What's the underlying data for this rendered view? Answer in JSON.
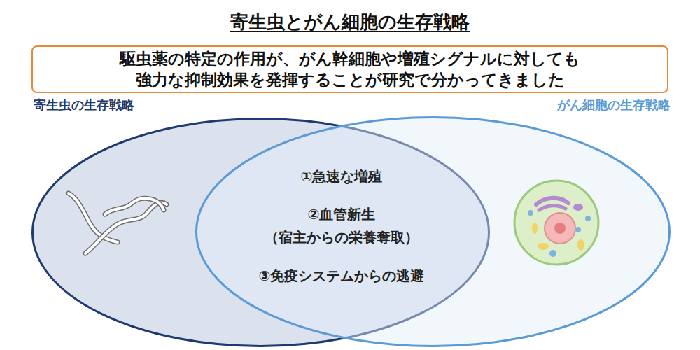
{
  "diagram": {
    "title": "寄生虫とがん細胞の生存戦略",
    "nodes": [
      {
        "text": [
          "駆虫薬の特定の作用が、がん幹細胞や増殖シグナルに対しても 強力な抑制効果を発揮することが研究で分かってきました"
        ]
      },
      {
        "text": [
          "寄生虫の生存戦略"
        ]
      },
      {
        "text": [
          "がん細胞の生存戦略"
        ]
      }
    ],
    "labels": [
      "①急速な増殖",
      "②血管新生 （宿主からの栄養奪取）",
      "③免疫システムからの逃避"
    ]
  }
}
